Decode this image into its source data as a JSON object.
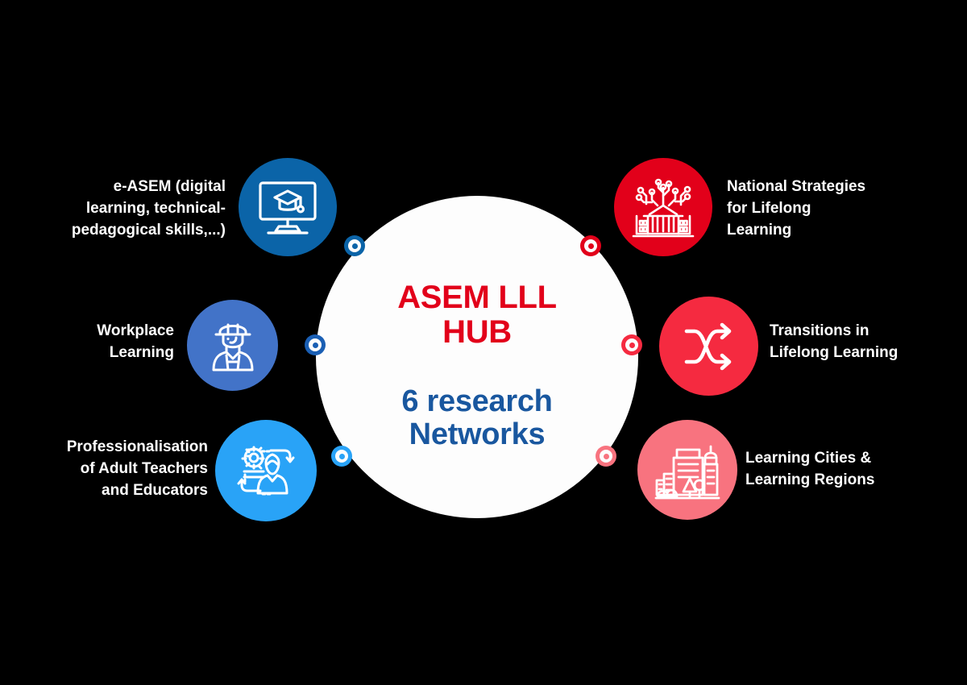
{
  "hub": {
    "title_line1": "ASEM LLL",
    "title_line2": "HUB",
    "subtitle_line1": "6 research",
    "subtitle_line2": "Networks",
    "title_color": "#e2001a",
    "subtitle_color": "#19579f",
    "background_color": "#fdfdfd"
  },
  "canvas": {
    "background_color": "#000000"
  },
  "networks": [
    {
      "id": "e-asem",
      "label_lines": [
        "e-ASEM (digital",
        "learning, technical-",
        "pedagogical skills,...)"
      ],
      "icon": "monitor-graduation-cap-icon",
      "color": "#0b64a8",
      "dot_color": "#0b64a8",
      "side": "left",
      "position": "top"
    },
    {
      "id": "workplace-learning",
      "label_lines": [
        "Workplace",
        "Learning"
      ],
      "icon": "worker-hardhat-icon",
      "color": "#4273c8",
      "dot_color": "#1a5fb4",
      "side": "left",
      "position": "middle"
    },
    {
      "id": "professionalisation",
      "label_lines": [
        "Professionalisation",
        "of Adult Teachers",
        "and Educators"
      ],
      "icon": "gear-person-cycle-icon",
      "color": "#29a3f7",
      "dot_color": "#29a3f7",
      "side": "left",
      "position": "bottom"
    },
    {
      "id": "national-strategies",
      "label_lines": [
        "National Strategies",
        "for Lifelong",
        "Learning"
      ],
      "icon": "government-building-circuit-icon",
      "color": "#e2001a",
      "dot_color": "#e2001a",
      "side": "right",
      "position": "top"
    },
    {
      "id": "transitions",
      "label_lines": [
        "Transitions in",
        "Lifelong Learning"
      ],
      "icon": "shuffle-arrows-icon",
      "color": "#f52a40",
      "dot_color": "#f52a40",
      "side": "right",
      "position": "middle"
    },
    {
      "id": "learning-cities",
      "label_lines": [
        "Learning Cities &",
        "Learning Regions"
      ],
      "icon": "cityscape-icon",
      "color": "#f8737f",
      "dot_color": "#f8737f",
      "side": "right",
      "position": "bottom"
    }
  ]
}
